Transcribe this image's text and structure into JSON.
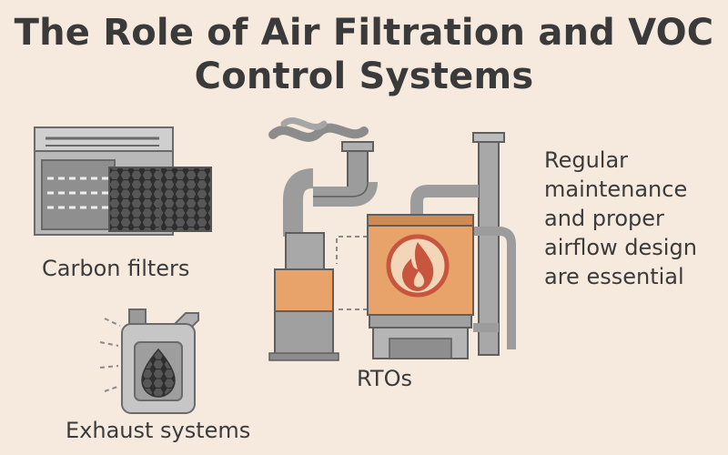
{
  "title": {
    "line1": "The Role of Air Filtration and VOC",
    "line2": "Control Systems"
  },
  "labels": {
    "carbon_filters": "Carbon filters",
    "exhaust_systems": "Exhaust systems",
    "rtos": "RTOs"
  },
  "note": {
    "lines": [
      "Regular",
      "maintenance",
      "and proper",
      "airflow design",
      "are essential"
    ]
  },
  "colors": {
    "background": "#f6eadf",
    "text": "#3b3b3b",
    "metal": "#9a9a9a",
    "metal_dark": "#5f5f5f",
    "accent_orange": "#e8a36b",
    "flame": "#c8553d",
    "carbon": "#4a4a4a"
  },
  "icons": [
    "carbon-filter-icon",
    "exhaust-canister-icon",
    "rto-unit-icon",
    "flame-icon",
    "smoke-icon",
    "duct-icon"
  ]
}
